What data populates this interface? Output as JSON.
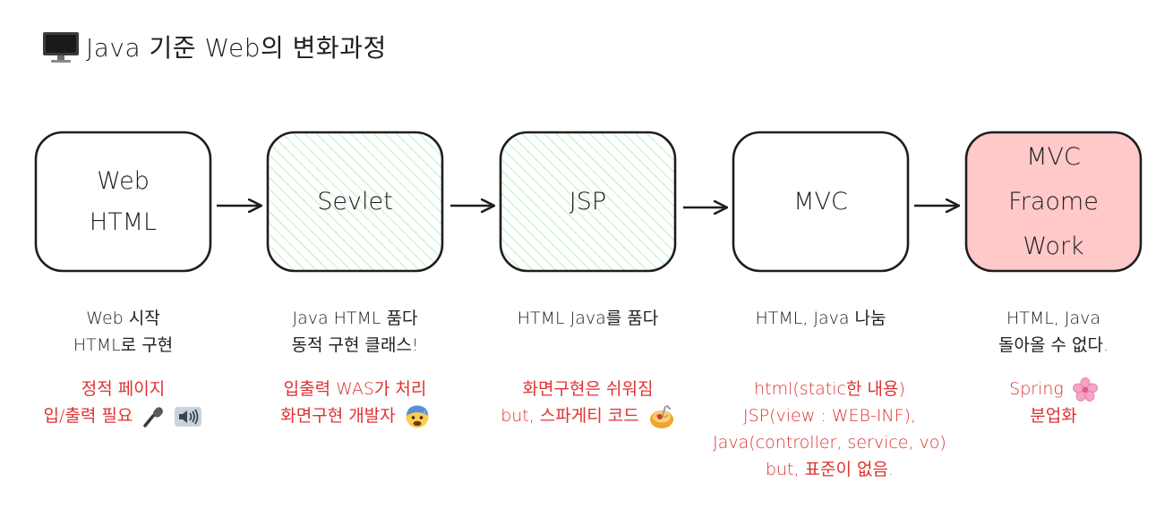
{
  "title": {
    "icon": "monitor-icon",
    "text": "Java 기준 Web의 변화과정"
  },
  "colors": {
    "stroke": "#1e1e1e",
    "hatch_green": "#b2f2bb",
    "fill_pink": "#ffc9c9",
    "note_red": "#e03131"
  },
  "stages": [
    {
      "id": "web",
      "lines": [
        "Web",
        "HTML"
      ],
      "fill": "none",
      "desc": [
        "Web 시작",
        "HTML로 구현"
      ],
      "note": [
        "정적 페이지",
        "입/출력 필요"
      ],
      "note_icons": [
        "microphone-icon",
        "speaker-icon"
      ]
    },
    {
      "id": "servlet",
      "lines": [
        "Sevlet"
      ],
      "fill": "hatch-green",
      "desc": [
        "Java HTML 품다",
        "동적 구현 클래스!"
      ],
      "note": [
        "입출력 WAS가 처리",
        "화면구현 개발자"
      ],
      "note_icons": [
        "anxious-face-icon"
      ]
    },
    {
      "id": "jsp",
      "lines": [
        "JSP"
      ],
      "fill": "hatch-green",
      "desc": [
        "HTML Java를 품다"
      ],
      "note": [
        "화면구현은 쉬워짐",
        "but, 스파게티 코드"
      ],
      "note_icons": [
        "spaghetti-icon"
      ]
    },
    {
      "id": "mvc",
      "lines": [
        "MVC"
      ],
      "fill": "none",
      "desc": [
        "HTML, Java 나눔"
      ],
      "note": [
        "html(static한 내용)",
        "JSP(view : WEB-INF),",
        "Java(controller, service, vo)",
        "but, 표준이 없음."
      ],
      "note_icons": []
    },
    {
      "id": "mvc-framework",
      "lines": [
        "MVC",
        "Fraome",
        "Work"
      ],
      "fill": "pink",
      "desc": [
        "HTML, Java",
        "돌아올 수 없다."
      ],
      "note": [
        "Spring",
        "분업화"
      ],
      "note_icons": [
        "cherry-blossom-icon"
      ]
    }
  ]
}
